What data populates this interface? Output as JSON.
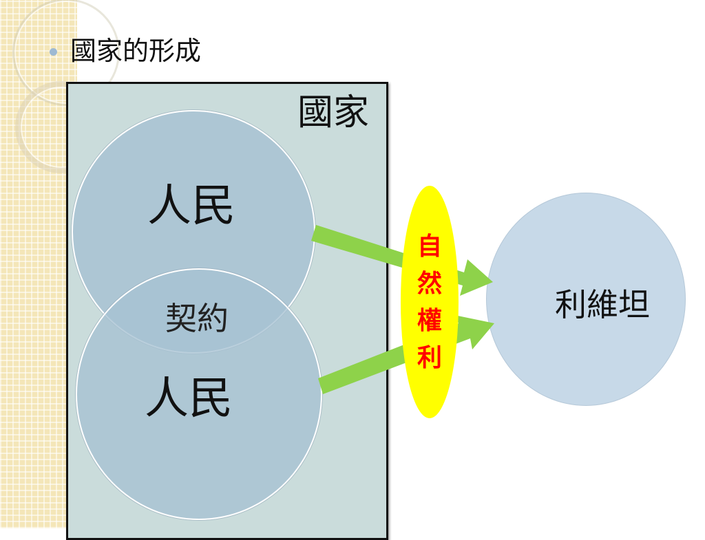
{
  "slide": {
    "title": "國家的形成"
  },
  "diagram": {
    "state_label": "國家",
    "people_top": "人民",
    "people_bottom": "人民",
    "contract": "契約",
    "natural_rights": "自然權利",
    "leviathan": "利維坦"
  },
  "colors": {
    "state_fill": "#cadcdb",
    "circle_fill": "#a6c1d2",
    "arrow": "#8ed24a",
    "rights_fill": "#ffff00",
    "rights_text": "#ff0000",
    "leviathan_fill": "#c7d9e8"
  }
}
